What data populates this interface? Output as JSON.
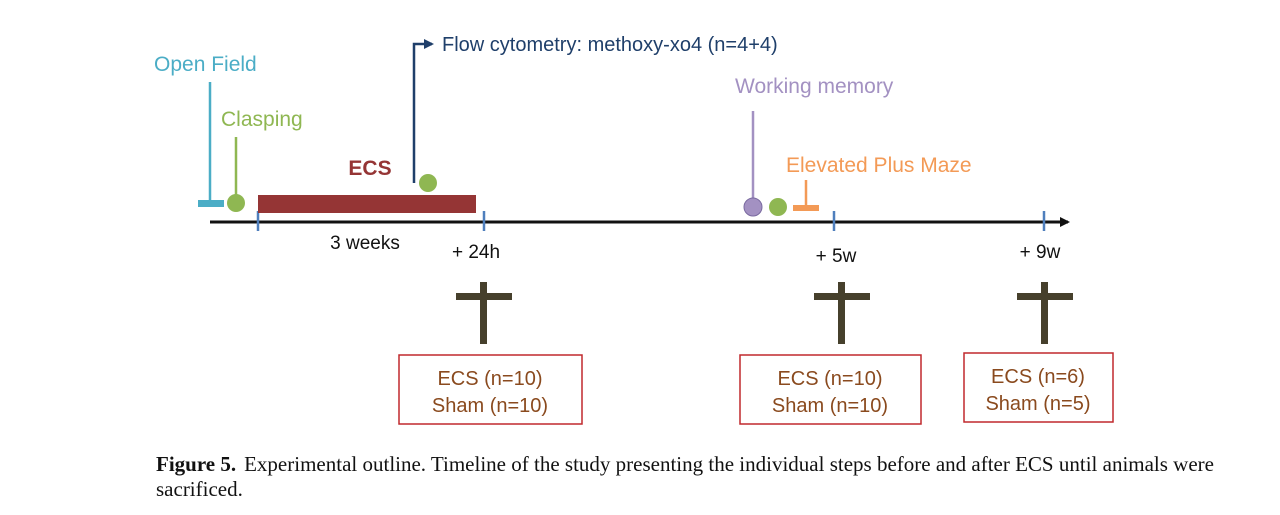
{
  "labels": {
    "open_field": "Open Field",
    "clasping": "Clasping",
    "flow_cytometry": "Flow cytometry: methoxy-xo4 (n=4+4)",
    "ecs": "ECS",
    "three_weeks": "3 weeks",
    "working_memory": "Working memory",
    "elevated_plus_maze": "Elevated Plus Maze"
  },
  "timepoints": {
    "t24h": "+ 24h",
    "t5w": "+ 5w",
    "t9w": "+ 9w"
  },
  "groups": {
    "g24h": {
      "ecs": "ECS (n=10)",
      "sham": "Sham (n=10)"
    },
    "g5w": {
      "ecs": "ECS (n=10)",
      "sham": "Sham (n=10)"
    },
    "g9w": {
      "ecs": "ECS (n=6)",
      "sham": "Sham (n=5)"
    }
  },
  "caption": {
    "label": "Figure 5.",
    "text": "Experimental outline. Timeline of the study presenting the individual steps before and after ECS until animals were sacrificed."
  },
  "colors": {
    "open_field": "#4badc6",
    "clasping": "#8fb752",
    "flow_cytometry": "#1f3f6a",
    "ecs": "#953535",
    "working_memory": "#a391c2",
    "elevated_plus_maze": "#f39a56",
    "cross": "#46402c",
    "box_border": "#c0282d",
    "group_text": "#8a4a1e",
    "tick": "#4f7fbd",
    "axis": "#111111"
  }
}
